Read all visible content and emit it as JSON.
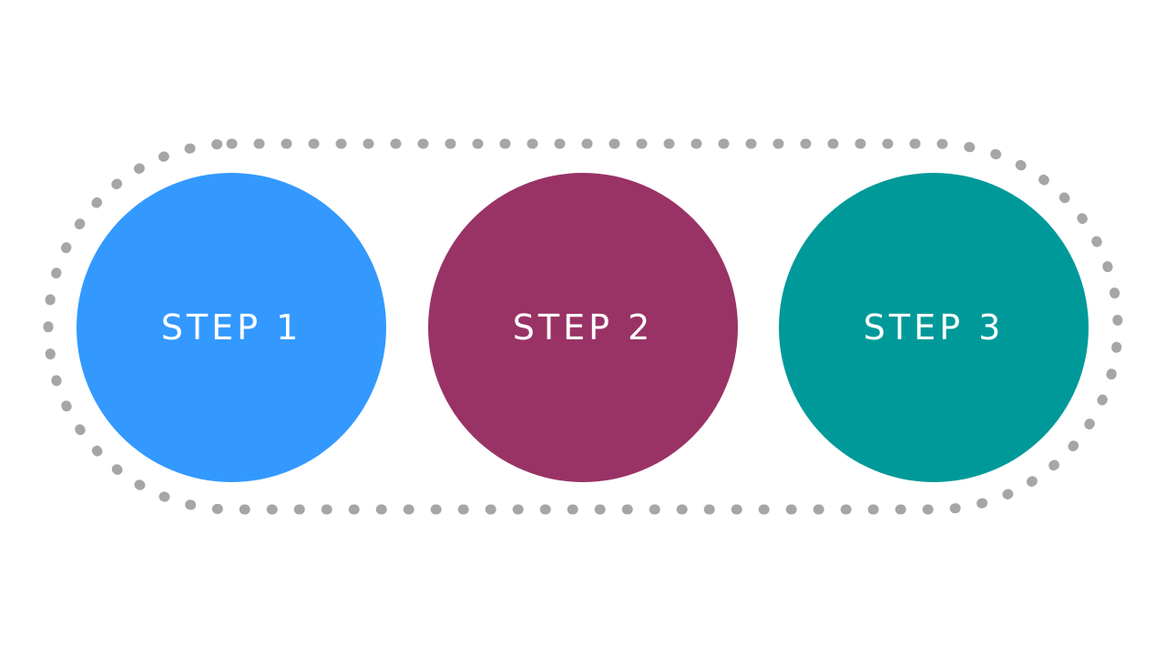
{
  "steps": [
    {
      "label": "STEP 1",
      "color": "#3399ff"
    },
    {
      "label": "STEP 2",
      "color": "#993366"
    },
    {
      "label": "STEP 3",
      "color": "#009999"
    }
  ],
  "outline_color": "#a6a6a6",
  "background_color": "#ffffff"
}
